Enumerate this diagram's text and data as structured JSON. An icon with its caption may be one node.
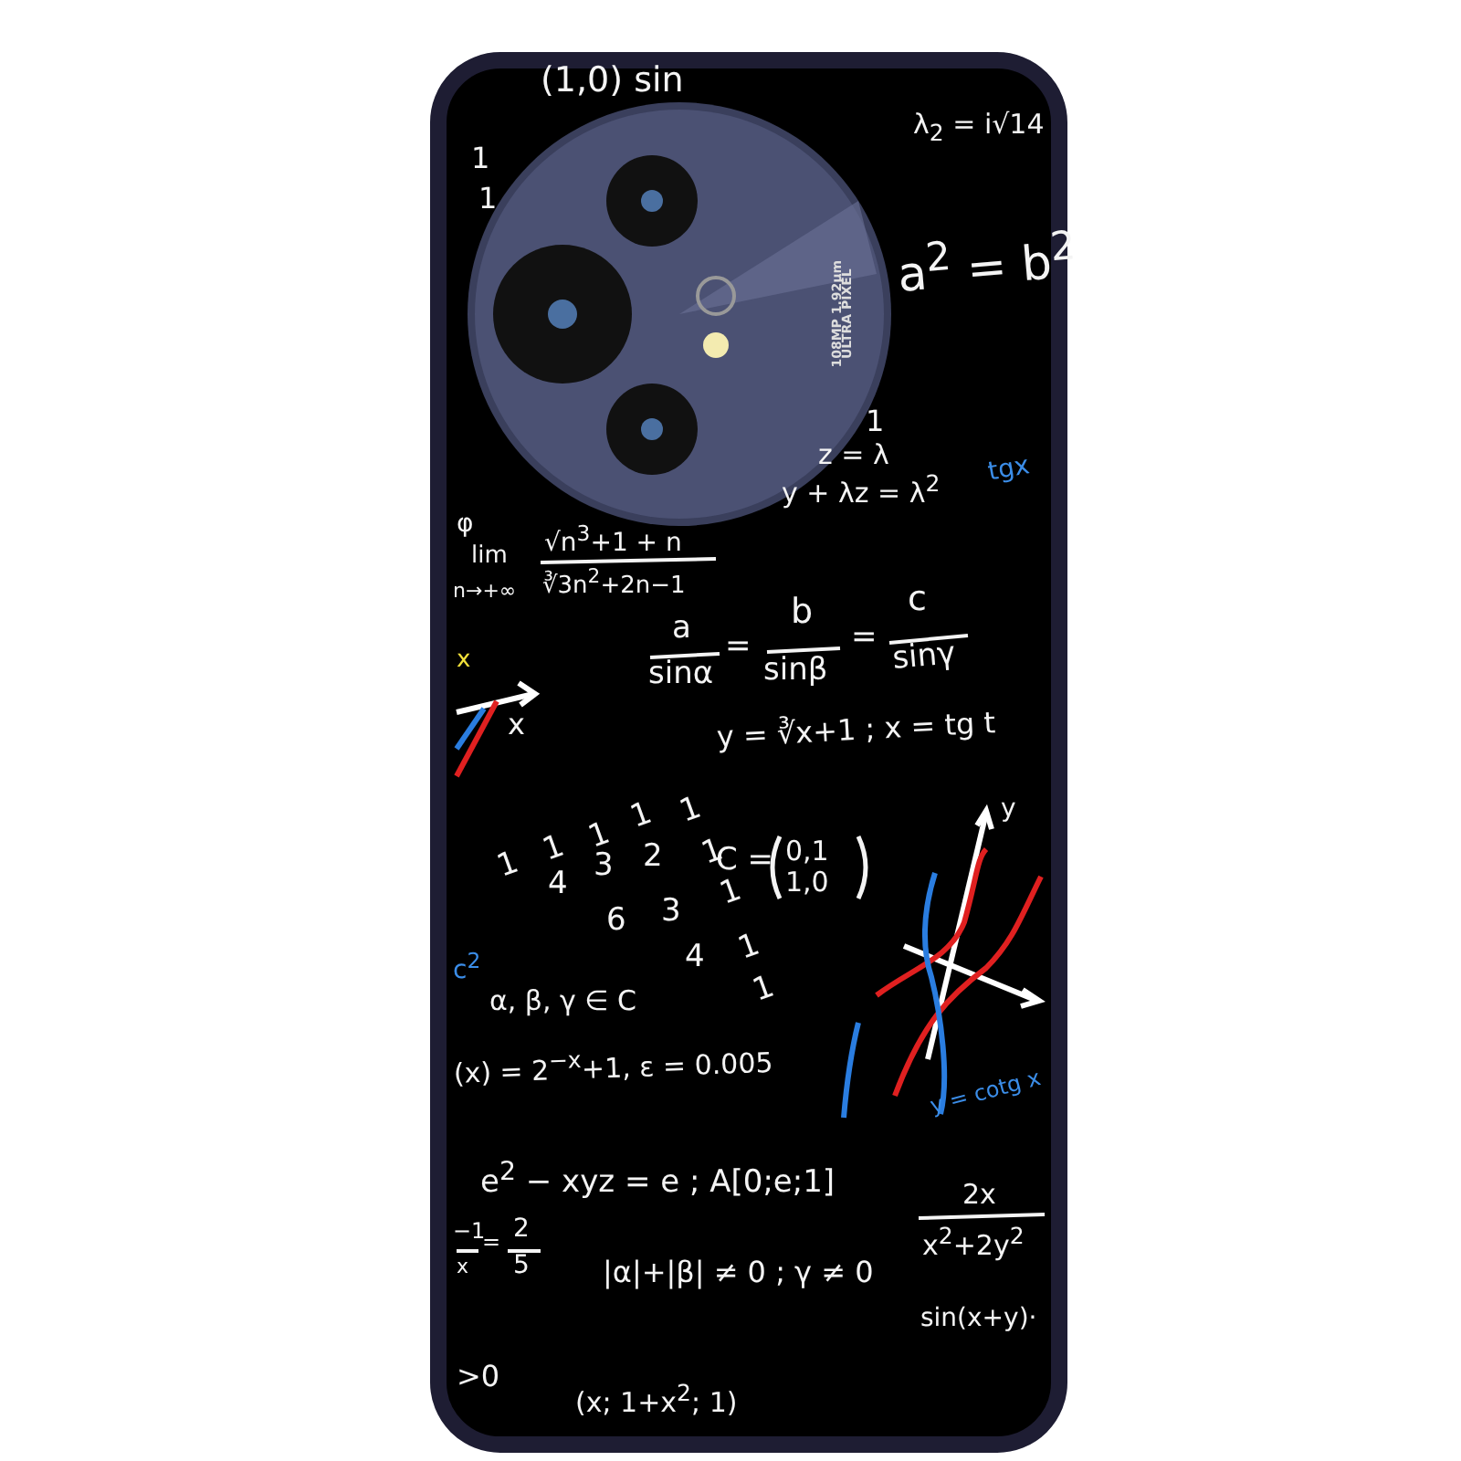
{
  "diagram": {
    "labels": [
      "(1,0) sin",
      "λ$_{2}$ = i√14",
      "1",
      "1",
      "a$^{2}$ = b$^{2}$",
      "108MP 1.92μm",
      "ULTRA PIXEL",
      "1",
      "z = λ",
      "y + λz = λ$^{2}$",
      "tgx",
      "φ",
      "lim",
      "√n$^{3}$+1 + n",
      "n→+∞",
      "∛3n$^{2}$+2n−1",
      "a",
      "b",
      "c",
      "sinα",
      "=",
      "sinβ",
      "=",
      "sinγ",
      "x",
      "x",
      "y = ∛x+1  ; x = tg t",
      "1",
      "1",
      "1",
      "1",
      "1",
      "4",
      "3",
      "2",
      "1",
      "6",
      "3",
      "1",
      "4",
      "1",
      "1",
      "C =",
      "0,1",
      "1,0",
      "y",
      "c$^{2}$",
      "α, β, γ ∈ C",
      "(x) = 2$^{−x}$+1, ε = 0.005",
      "y = cotg x",
      "e$^{2}$ − xyz = e ; A[0;e;1]",
      "2x",
      "−1",
      "= ",
      "2",
      "x$^{2}$+2y$^{2}$",
      "x",
      "5",
      "|α|+|β| ≠ 0 ; γ ≠ 0",
      "sin(x+y)·",
      ">0",
      "(x; 1+x$^{2}$; 1)"
    ]
  }
}
